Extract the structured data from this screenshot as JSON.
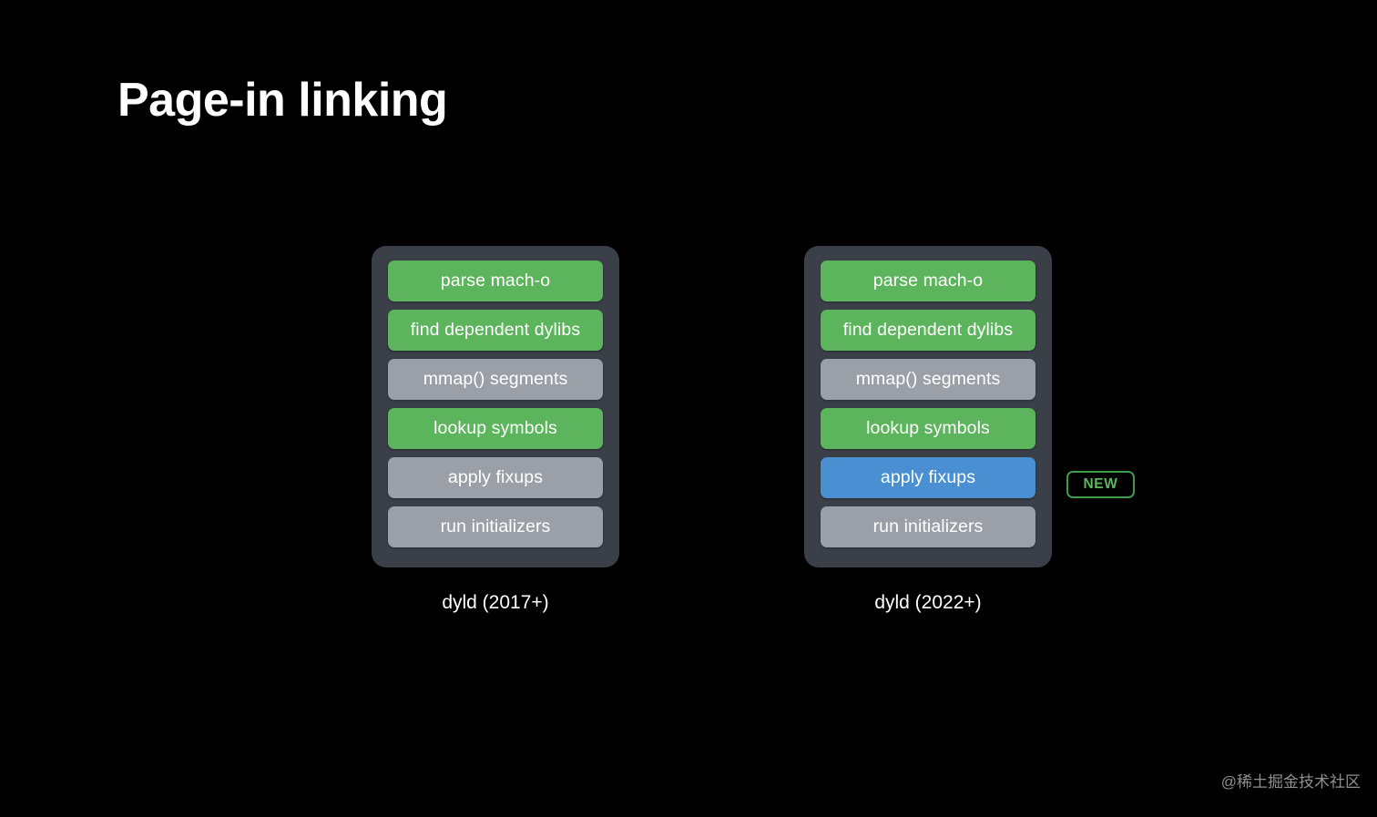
{
  "slide": {
    "title": "Page-in linking",
    "background_color": "#000000"
  },
  "colors": {
    "green": "#5cb45c",
    "gray": "#9ba0a8",
    "blue": "#4a8fd2",
    "panel": "#3a3f48",
    "badge_green": "#5bb85f"
  },
  "columns": [
    {
      "caption": "dyld (2017+)",
      "steps": [
        {
          "label": "parse mach-o",
          "color": "green"
        },
        {
          "label": "find dependent dylibs",
          "color": "green"
        },
        {
          "label": "mmap() segments",
          "color": "gray"
        },
        {
          "label": "lookup symbols",
          "color": "green"
        },
        {
          "label": "apply fixups",
          "color": "gray"
        },
        {
          "label": "run initializers",
          "color": "gray"
        }
      ]
    },
    {
      "caption": "dyld (2022+)",
      "steps": [
        {
          "label": "parse mach-o",
          "color": "green"
        },
        {
          "label": "find dependent dylibs",
          "color": "green"
        },
        {
          "label": "mmap() segments",
          "color": "gray"
        },
        {
          "label": "lookup symbols",
          "color": "green"
        },
        {
          "label": "apply fixups",
          "color": "blue"
        },
        {
          "label": "run initializers",
          "color": "gray"
        }
      ]
    }
  ],
  "badge": {
    "label": "NEW"
  },
  "watermark": {
    "text": "@稀土掘金技术社区"
  }
}
